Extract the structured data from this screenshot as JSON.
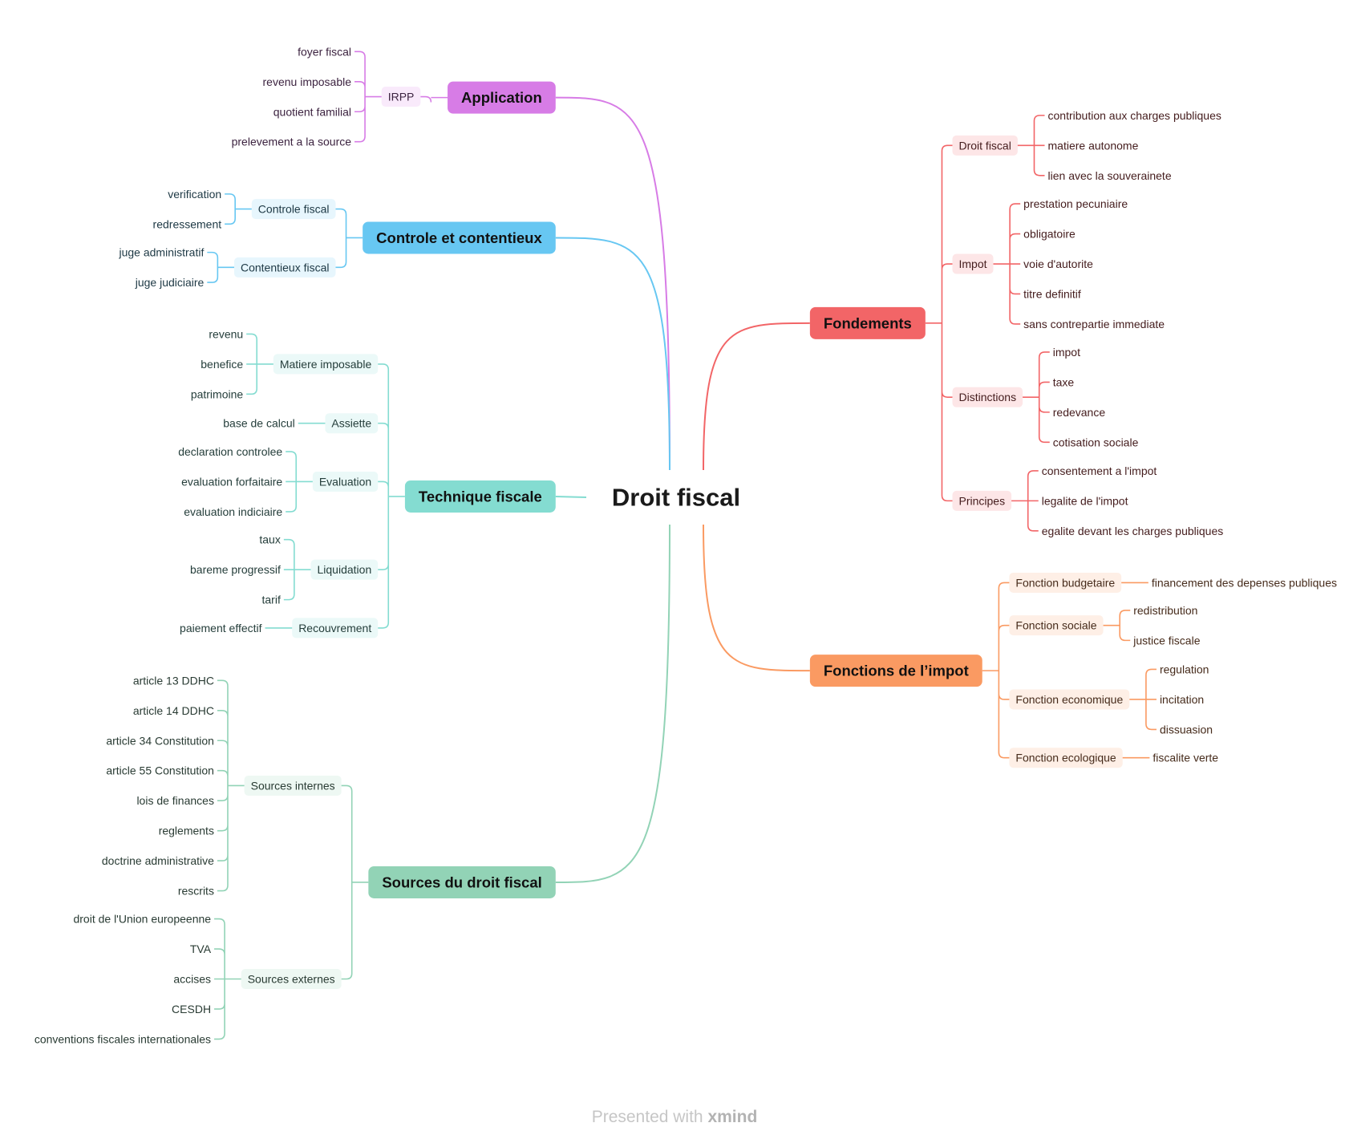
{
  "root": {
    "label": "Droit fiscal"
  },
  "branches": [
    {
      "label": "Application",
      "color": "#d77ce6",
      "side": "left",
      "children": [
        {
          "label": "IRPP",
          "children": [
            "foyer fiscal",
            "revenu imposable",
            "quotient familial",
            "prelevement a la source"
          ]
        }
      ]
    },
    {
      "label": "Controle et contentieux",
      "color": "#67c7f2",
      "side": "left",
      "children": [
        {
          "label": "Controle fiscal",
          "children": [
            "verification",
            "redressement"
          ]
        },
        {
          "label": "Contentieux fiscal",
          "children": [
            "juge administratif",
            "juge judiciaire"
          ]
        }
      ]
    },
    {
      "label": "Technique fiscale",
      "color": "#84dcd1",
      "side": "left",
      "children": [
        {
          "label": "Matiere imposable",
          "children": [
            "revenu",
            "benefice",
            "patrimoine"
          ]
        },
        {
          "label": "Assiette",
          "children": [
            "base de calcul"
          ]
        },
        {
          "label": "Evaluation",
          "children": [
            "declaration controlee",
            "evaluation forfaitaire",
            "evaluation indiciaire"
          ]
        },
        {
          "label": "Liquidation",
          "children": [
            "taux",
            "bareme progressif",
            "tarif"
          ]
        },
        {
          "label": "Recouvrement",
          "children": [
            "paiement effectif"
          ]
        }
      ]
    },
    {
      "label": "Sources du droit fiscal",
      "color": "#92d3b6",
      "side": "left",
      "children": [
        {
          "label": "Sources internes",
          "children": [
            "article 13 DDHC",
            "article 14 DDHC",
            "article 34 Constitution",
            "article 55 Constitution",
            "lois de finances",
            "reglements",
            "doctrine administrative",
            "rescrits"
          ]
        },
        {
          "label": "Sources externes",
          "children": [
            "droit de l'Union europeenne",
            "TVA",
            "accises",
            "CESDH",
            "conventions fiscales internationales"
          ]
        }
      ]
    },
    {
      "label": "Fondements",
      "color": "#f26567",
      "side": "right",
      "children": [
        {
          "label": "Droit fiscal",
          "children": [
            "contribution aux charges publiques",
            "matiere autonome",
            "lien avec la souverainete"
          ]
        },
        {
          "label": "Impot",
          "children": [
            "prestation pecuniaire",
            "obligatoire",
            "voie d'autorite",
            "titre definitif",
            "sans contrepartie immediate"
          ]
        },
        {
          "label": "Distinctions",
          "children": [
            "impot",
            "taxe",
            "redevance",
            "cotisation sociale"
          ]
        },
        {
          "label": "Principes",
          "children": [
            "consentement a l'impot",
            "legalite de l'impot",
            "egalite devant les charges publiques"
          ]
        }
      ]
    },
    {
      "label": "Fonctions de l’impot",
      "color": "#fa9a62",
      "side": "right",
      "children": [
        {
          "label": "Fonction budgetaire",
          "children": [
            "financement des depenses publiques"
          ]
        },
        {
          "label": "Fonction sociale",
          "children": [
            "redistribution",
            "justice fiscale"
          ]
        },
        {
          "label": "Fonction economique",
          "children": [
            "regulation",
            "incitation",
            "dissuasion"
          ]
        },
        {
          "label": "Fonction ecologique",
          "children": [
            "fiscalite verte"
          ]
        }
      ]
    }
  ],
  "footer": {
    "prefix": "Presented with ",
    "brand": "xmind"
  }
}
